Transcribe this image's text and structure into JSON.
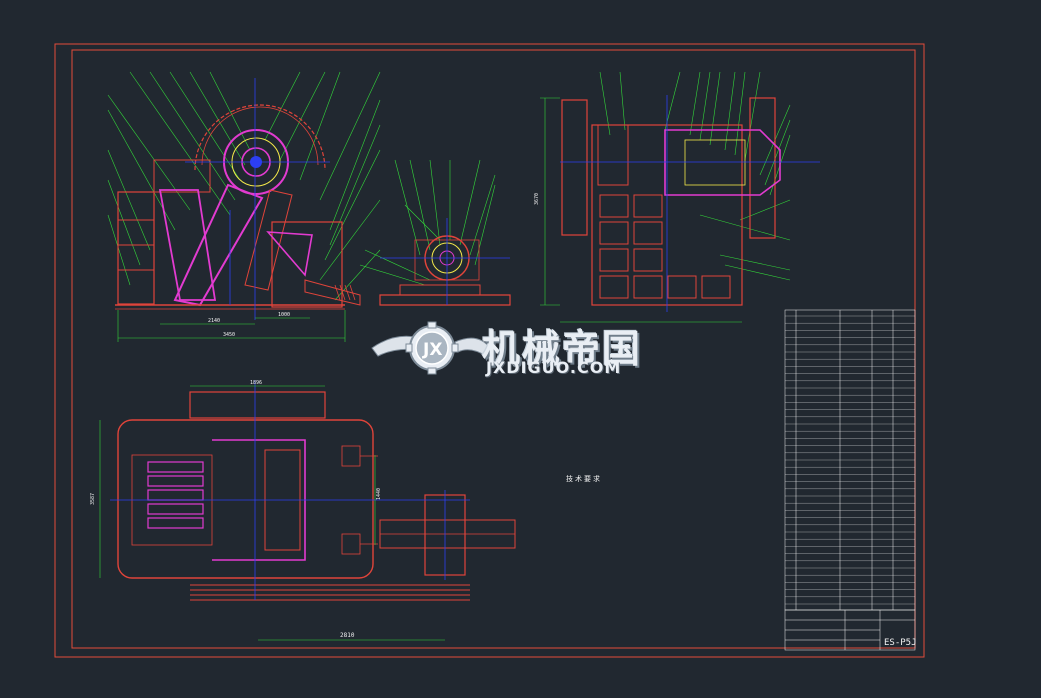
{
  "colors": {
    "background": "#212830",
    "border": "#e34b3a",
    "part": "#e0443a",
    "centerline": "#2c3ff2",
    "leader": "#33d63a",
    "text": "#f2f2f2",
    "magenta": "#e23bd0",
    "yellow": "#f4e94a"
  },
  "watermark": {
    "cn": "机械帝国",
    "en": "JXDIGUO.COM",
    "emblem_icon": "gear-wings-emblem"
  },
  "dimensions": {
    "front_width": "3450",
    "front_sub": "2140",
    "front_sub2": "1000",
    "side_height": "3670",
    "plan_top": "1896",
    "plan_height": "3587",
    "plan_mid": "1440",
    "plan_bottom": "2810"
  },
  "title_block": {
    "drawing_no": "ES-P5J"
  },
  "tech_requirements": {
    "title": "技术要求"
  }
}
